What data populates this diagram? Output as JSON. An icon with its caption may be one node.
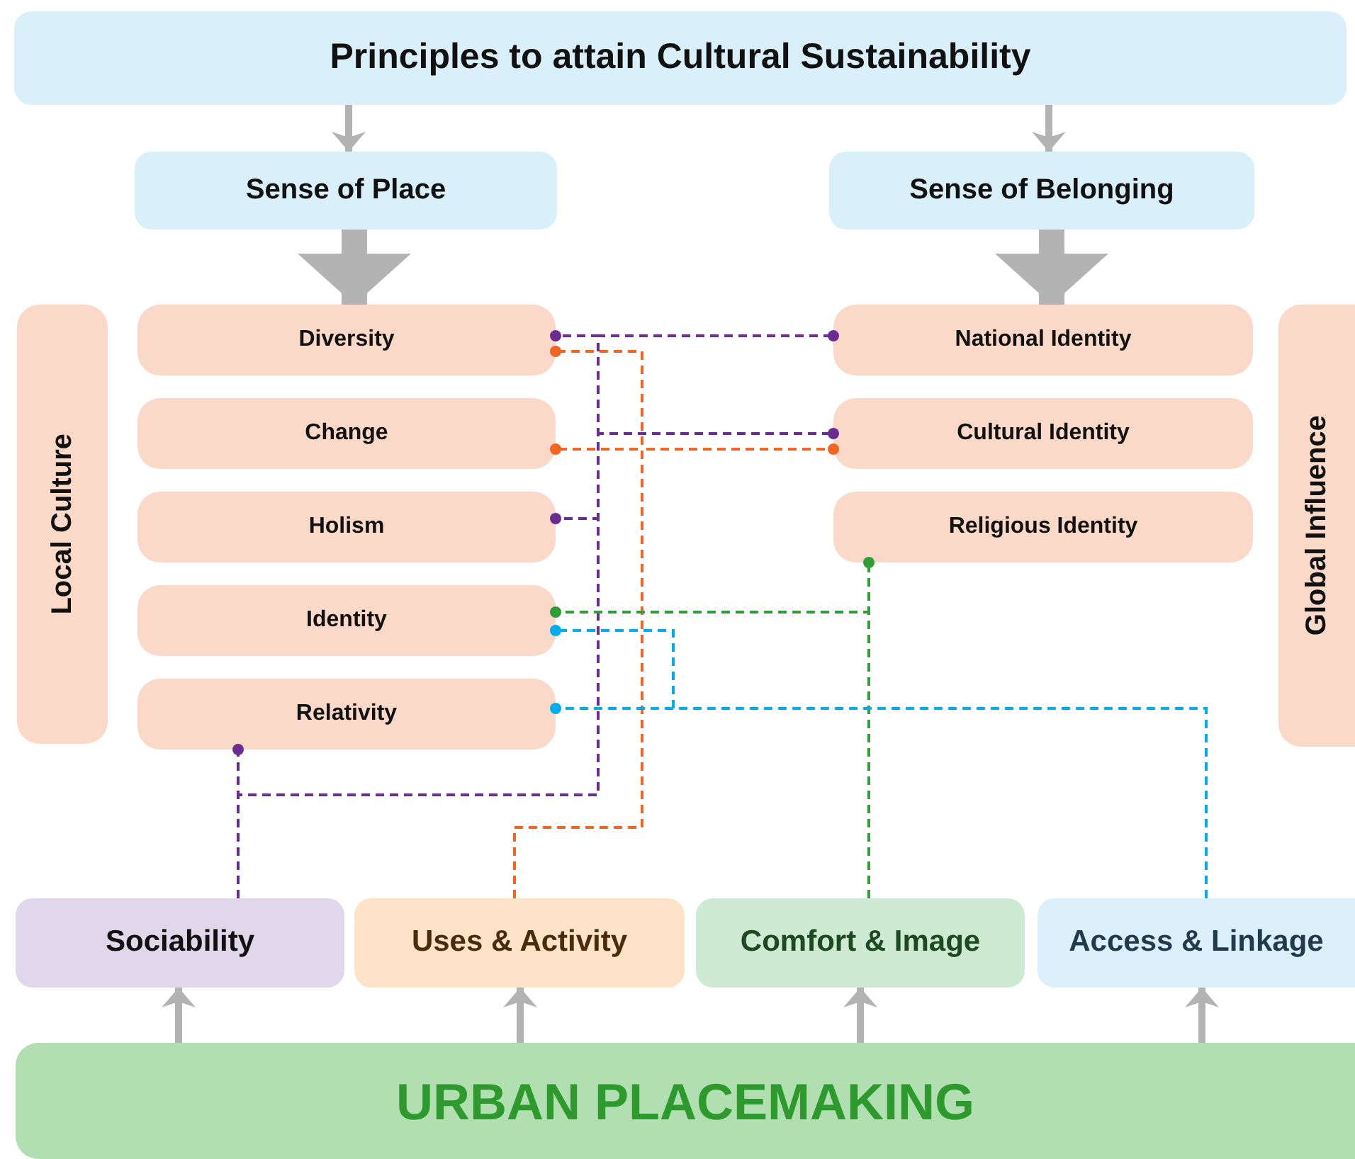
{
  "diagram": {
    "nodes": [
      {
        "text": [
          "Principles to attain Cultural Sustainability"
        ]
      },
      {
        "text": [
          "Sense of Place"
        ]
      },
      {
        "text": [
          "Sense of Belonging"
        ]
      },
      {
        "text": [
          "Local Culture"
        ]
      },
      {
        "text": [
          "Global Influence"
        ]
      },
      {
        "text": [
          "Diversity"
        ]
      },
      {
        "text": [
          "Change"
        ]
      },
      {
        "text": [
          "Holism"
        ]
      },
      {
        "text": [
          "Identity"
        ]
      },
      {
        "text": [
          "Relativity"
        ]
      },
      {
        "text": [
          "National Identity"
        ]
      },
      {
        "text": [
          "Cultural Identity"
        ]
      },
      {
        "text": [
          "Religious Identity"
        ]
      },
      {
        "text": [
          "Sociability"
        ]
      },
      {
        "text": [
          "Uses & Activity"
        ]
      },
      {
        "text": [
          "Comfort & Image"
        ]
      },
      {
        "text": [
          "Access & Linkage"
        ]
      },
      {
        "text": [
          "URBAN PLACEMAKING"
        ]
      }
    ],
    "edges": [
      {
        "from": 0,
        "to": 1,
        "arrow": "to",
        "style": "thick"
      },
      {
        "from": 0,
        "to": 2,
        "arrow": "to",
        "style": "thick"
      },
      {
        "from": 1,
        "to": 5,
        "arrow": "to",
        "style": "thick"
      },
      {
        "from": 2,
        "to": 10,
        "arrow": "to",
        "style": "thick"
      },
      {
        "from": 17,
        "to": 13,
        "arrow": "to",
        "style": "thick"
      },
      {
        "from": 17,
        "to": 14,
        "arrow": "to",
        "style": "thick"
      },
      {
        "from": 17,
        "to": 15,
        "arrow": "to",
        "style": "thick"
      },
      {
        "from": 17,
        "to": 16,
        "arrow": "to",
        "style": "thick"
      },
      {
        "from": 13,
        "to": 9,
        "arrow": "other",
        "style": "dashed",
        "color": "#6a2c91"
      },
      {
        "from": 13,
        "to": 7,
        "arrow": "other",
        "style": "dashed",
        "color": "#6a2c91"
      },
      {
        "from": 13,
        "to": 5,
        "arrow": "other",
        "style": "dashed",
        "color": "#6a2c91"
      },
      {
        "from": 13,
        "to": 10,
        "arrow": "other",
        "style": "dashed",
        "color": "#6a2c91"
      },
      {
        "from": 13,
        "to": 11,
        "arrow": "other",
        "style": "dashed",
        "color": "#6a2c91"
      },
      {
        "from": 14,
        "to": 5,
        "arrow": "other",
        "style": "dashed",
        "color": "#f26522"
      },
      {
        "from": 14,
        "to": 6,
        "arrow": "other",
        "style": "dashed",
        "color": "#f26522"
      },
      {
        "from": 14,
        "to": 11,
        "arrow": "other",
        "style": "dashed",
        "color": "#f26522"
      },
      {
        "from": 15,
        "to": 12,
        "arrow": "other",
        "style": "dashed",
        "color": "#2e9e35"
      },
      {
        "from": 15,
        "to": 8,
        "arrow": "other",
        "style": "dashed",
        "color": "#2e9e35"
      },
      {
        "from": 16,
        "to": 9,
        "arrow": "other",
        "style": "dashed",
        "color": "#00aeef"
      },
      {
        "from": 16,
        "to": 8,
        "arrow": "other",
        "style": "dashed",
        "color": "#00aeef"
      }
    ]
  }
}
